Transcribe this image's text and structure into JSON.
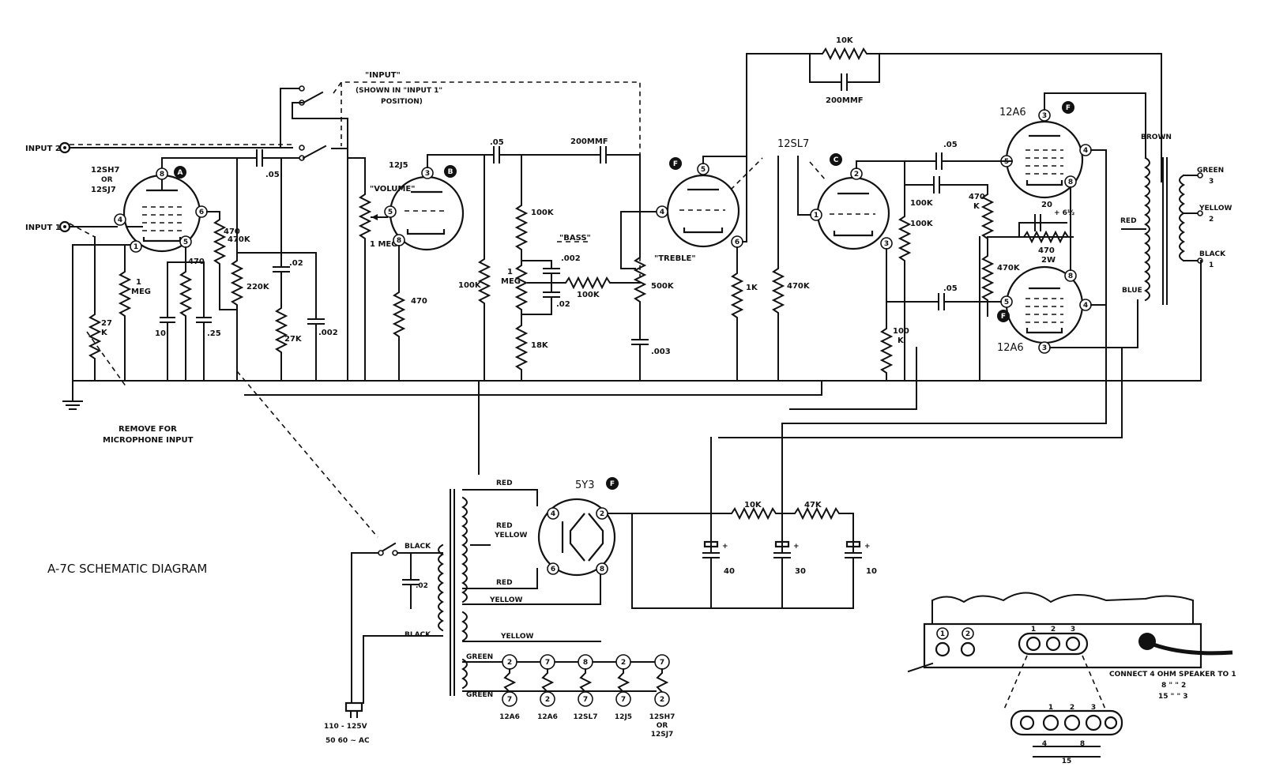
{
  "title": "A-7C SCHEMATIC DIAGRAM",
  "inputs": {
    "input2": "INPUT 2",
    "input1": "INPUT 1"
  },
  "selector": {
    "name": "\"INPUT\"",
    "note1": "(SHOWN IN \"INPUT 1\"",
    "note2": "POSITION)"
  },
  "note": {
    "line1": "REMOVE FOR",
    "line2": "MICROPHONE INPUT"
  },
  "tubes": {
    "a_line1": "12SH7",
    "a_or": "OR",
    "a_line2": "12SJ7",
    "b": "12J5",
    "cd": "12SL7",
    "e_top": "12A6",
    "e_bot": "12A6",
    "rect": "5Y3"
  },
  "badges": {
    "a": "A",
    "b": "B",
    "c": "C",
    "f": "F"
  },
  "pins": {
    "p1": "1",
    "p2": "2",
    "p3": "3",
    "p4": "4",
    "p5": "5",
    "p6": "6",
    "p7": "7",
    "p8": "8"
  },
  "labels": {
    "r_27k_a": "27",
    "r_27k_b": "K",
    "r_1meg_a": "1",
    "r_1meg_b": "MEG",
    "c_10": "10",
    "r_470_a": "470",
    "c_25": ".25",
    "r_470k_a": "470",
    "r_470k_b": "470K",
    "r_220k": "220K",
    "c_02": ".02",
    "r_27k": "27K",
    "c_002": ".002",
    "c_05a": ".05",
    "vol": "\"VOLUME\"",
    "vol_meg": "1 MEG",
    "r_470b": "470",
    "c_05b": ".05",
    "c_200mmf": "200MMF",
    "r_100k_a": "100K",
    "bass": "\"BASS\"",
    "c_002b": ".002",
    "bass_1": "1",
    "bass_meg": "MEG",
    "c_02b": ".02",
    "r_100k_b": "100K",
    "r_100k_c": "100K",
    "r_18k": "18K",
    "treble": "\"TREBLE\"",
    "r_500k": "500K",
    "c_003": ".003",
    "r_1k": "1K",
    "fb_10k": "10K",
    "fb_200mmf": "200MMF",
    "c_05c": ".05",
    "r_100k_d": "100K",
    "r_100k_e": "100K",
    "r_470k_c1": "470",
    "r_470k_c2": "K",
    "c_20": "20",
    "c_20v": "+ 6½",
    "r_470_2w_a": "470",
    "r_470_2w_b": "2W",
    "r_470k_d": "470K",
    "c_05d": ".05",
    "r_100k_f1": "100",
    "r_100k_f2": "K",
    "brown": "BROWN",
    "green": "GREEN",
    "g3": "3",
    "yellow": "YELLOW",
    "y2": "2",
    "black": "BLACK",
    "b1": "1",
    "red": "RED",
    "blue": "BLUE"
  },
  "power": {
    "red_top": "RED",
    "red_yellow_1": "RED",
    "red_yellow_2": "YELLOW",
    "red_bot": "RED",
    "yellow1": "YELLOW",
    "yellow2": "YELLOW",
    "green1": "GREEN",
    "green2": "GREEN",
    "black1": "BLACK",
    "black2": "BLACK",
    "c02": ".02",
    "r10k": "10K",
    "r47k": "47K",
    "c40": "40",
    "c30": "30",
    "c10": "10",
    "plus": "+",
    "mains1": "110 - 125V",
    "mains2": "50 60 ~ AC"
  },
  "heaters": {
    "pins": [
      "2",
      "7",
      "8",
      "2",
      "7"
    ],
    "pins_low": [
      "7",
      "2",
      "7",
      "7",
      "2"
    ],
    "names": [
      "12A6",
      "12A6",
      "12SL7",
      "12J5",
      "12SH7"
    ],
    "name5b": "OR",
    "name5c": "12SJ7"
  },
  "panel": {
    "terms": [
      "1",
      "2",
      "3"
    ],
    "j1": "1",
    "j2": "2",
    "sub1": "4",
    "sub2": "8",
    "sub3": "15",
    "connect_1": "CONNECT  4 OHM   SPEAKER TO 1",
    "connect_2": "8  \"        \"     2",
    "connect_3": "15 \"        \"     3",
    "lower_1": "1",
    "lower_2": "2",
    "lower_3": "3"
  }
}
